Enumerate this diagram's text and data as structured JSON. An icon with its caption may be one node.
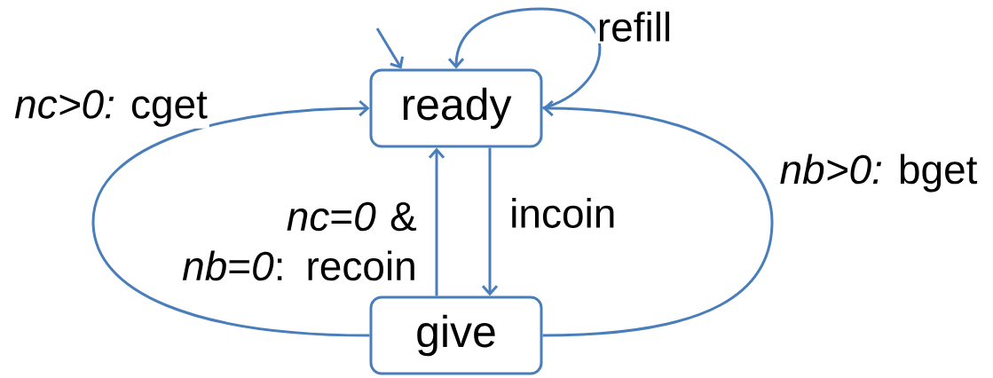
{
  "diagram": {
    "nodes": [
      {
        "text": [
          "ready"
        ]
      },
      {
        "text": [
          "give"
        ]
      }
    ],
    "edges": [
      {
        "from": null,
        "to": 0,
        "arrow": "to"
      },
      {
        "from": 0,
        "to": 0,
        "arrow": "to",
        "label": "refill"
      },
      {
        "from": 1,
        "to": 0,
        "arrow": "to",
        "label": "*nc>0:* cget"
      },
      {
        "from": 1,
        "to": 0,
        "arrow": "to",
        "label": "*nb>0:* bget"
      },
      {
        "from": 0,
        "to": 1,
        "arrow": "to",
        "label": "incoin"
      },
      {
        "from": 1,
        "to": 0,
        "arrow": "to",
        "label": "*nc*=*0* & *nb*=*0*: recoin"
      }
    ]
  }
}
